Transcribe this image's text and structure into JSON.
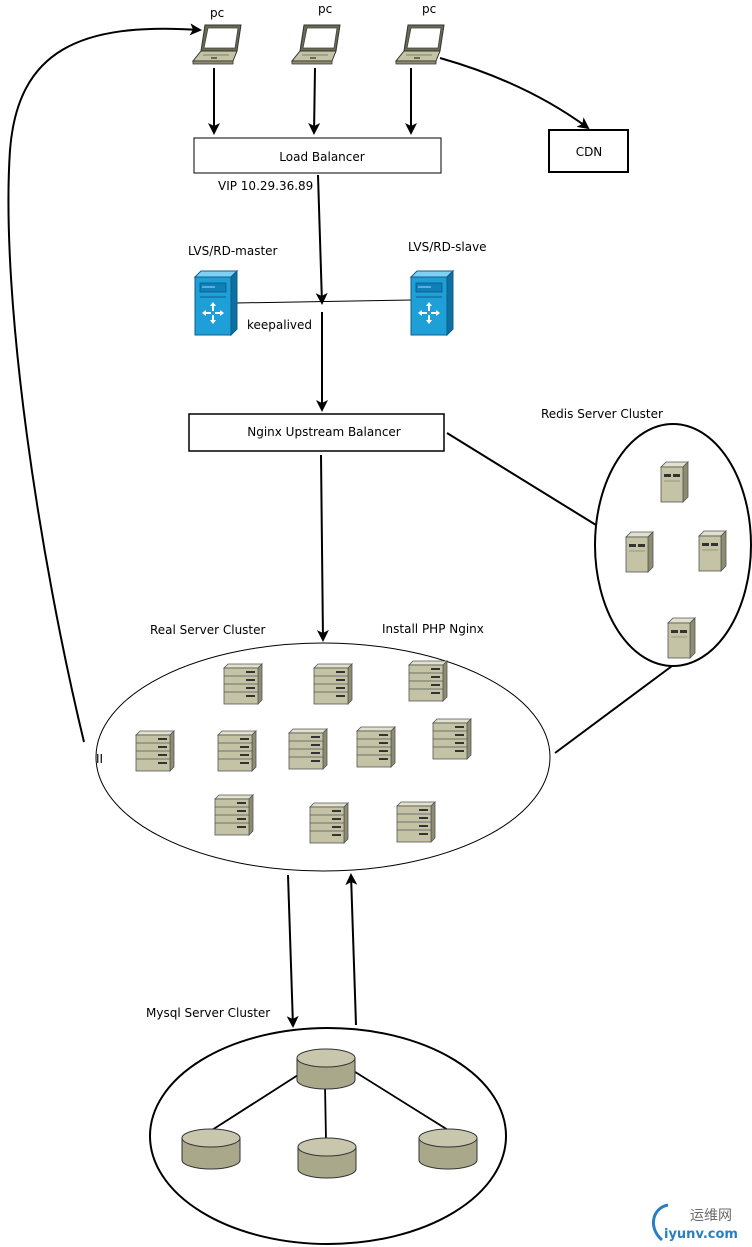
{
  "labels": {
    "pc1": "pc",
    "pc2": "pc",
    "pc3": "pc",
    "load_balancer": "Load Balancer",
    "cdn": "CDN",
    "vip": "VIP 10.29.36.89",
    "lvs_master": "LVS/RD-master",
    "lvs_slave": "LVS/RD-slave",
    "keepalived": "keepalived",
    "nginx_balancer": "Nginx Upstream Balancer",
    "redis_cluster": "Redis Server  Cluster",
    "real_server_cluster": "Real Server Cluster",
    "install": "Install PHP Nginx",
    "mysql_cluster": "Mysql Server Cluster",
    "edge_mark": "II"
  },
  "watermark": {
    "top": "运维网",
    "bottom": "iyunv.com"
  },
  "colors": {
    "line": "#000000",
    "server_body": "#c4c3a6",
    "server_dark": "#8e8d72",
    "router_blue": "#1e9fd8",
    "db_body": "#a9a88a",
    "db_top": "#c8c7ae",
    "watermark_blue": "#2a7fc0"
  },
  "icons": {
    "pc": "laptop-icon",
    "lvs": "router-server-icon",
    "server": "rack-server-icon",
    "tower": "tower-server-icon",
    "db": "database-icon"
  }
}
